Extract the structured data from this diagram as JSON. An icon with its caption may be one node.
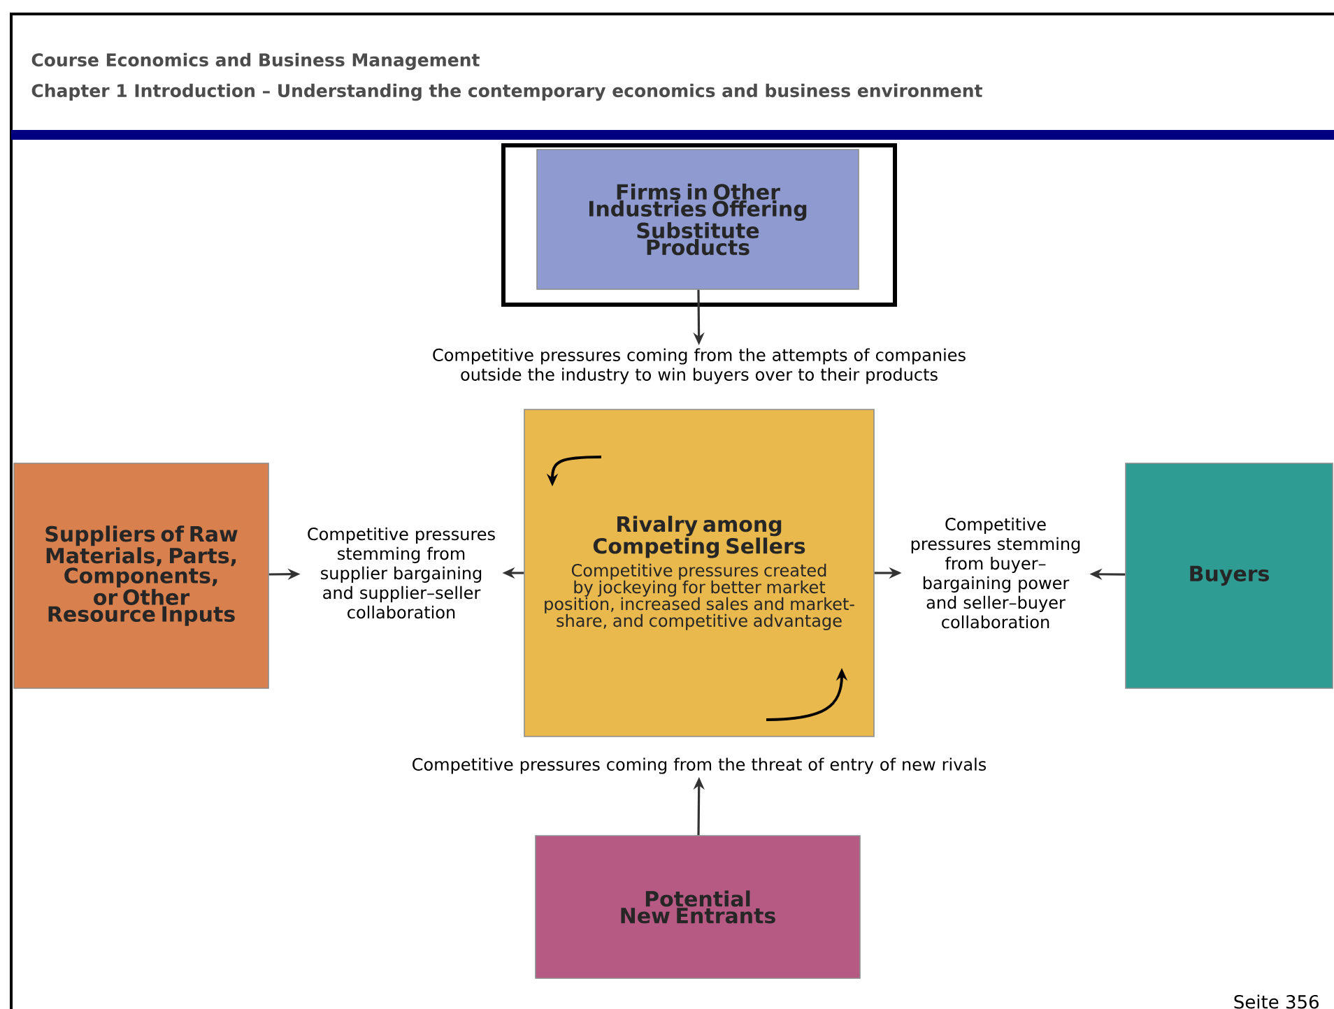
{
  "diagram": {
    "title": "Course Economics and Business Management",
    "nodes": [
      {
        "text": [
          "Firms in Other Industries Offering Substitute Products"
        ]
      },
      {
        "text": [
          "Competitive pressures coming from the attempts of companies outside the industry to win buyers over to their products"
        ]
      },
      {
        "text": [
          "Suppliers of Raw Materials, Parts, Components, or Other Resource Inputs"
        ]
      },
      {
        "text": [
          "Competitive pressures stemming from supplier bargaining and supplier–seller collaboration"
        ]
      },
      {
        "text": [
          "Rivalry among Competing Sellers",
          "Competitive pressures created by jockeying for better market position, increased sales and market-share, and competitive advantage"
        ]
      },
      {
        "text": [
          "Competitive pressures stemming from buyer–bargaining power and seller–buyer collaboration"
        ]
      },
      {
        "text": [
          "Buyers"
        ]
      },
      {
        "text": [
          "Competitive pressures coming from the threat of entry of new rivals"
        ]
      },
      {
        "text": [
          "Potential New Entrants"
        ]
      }
    ],
    "edges": [
      {
        "from": 0,
        "to": 1,
        "arrow": "to"
      },
      {
        "from": 2,
        "to": 3,
        "arrow": "to"
      },
      {
        "from": 4,
        "to": 3,
        "arrow": "to"
      },
      {
        "from": 4,
        "to": 5,
        "arrow": "to"
      },
      {
        "from": 6,
        "to": 5,
        "arrow": "to"
      },
      {
        "from": 8,
        "to": 7,
        "arrow": "to"
      }
    ],
    "labels": [
      "Chapter 1 Introduction – Understanding the contemporary economics and business environment",
      "Seite 356"
    ]
  }
}
